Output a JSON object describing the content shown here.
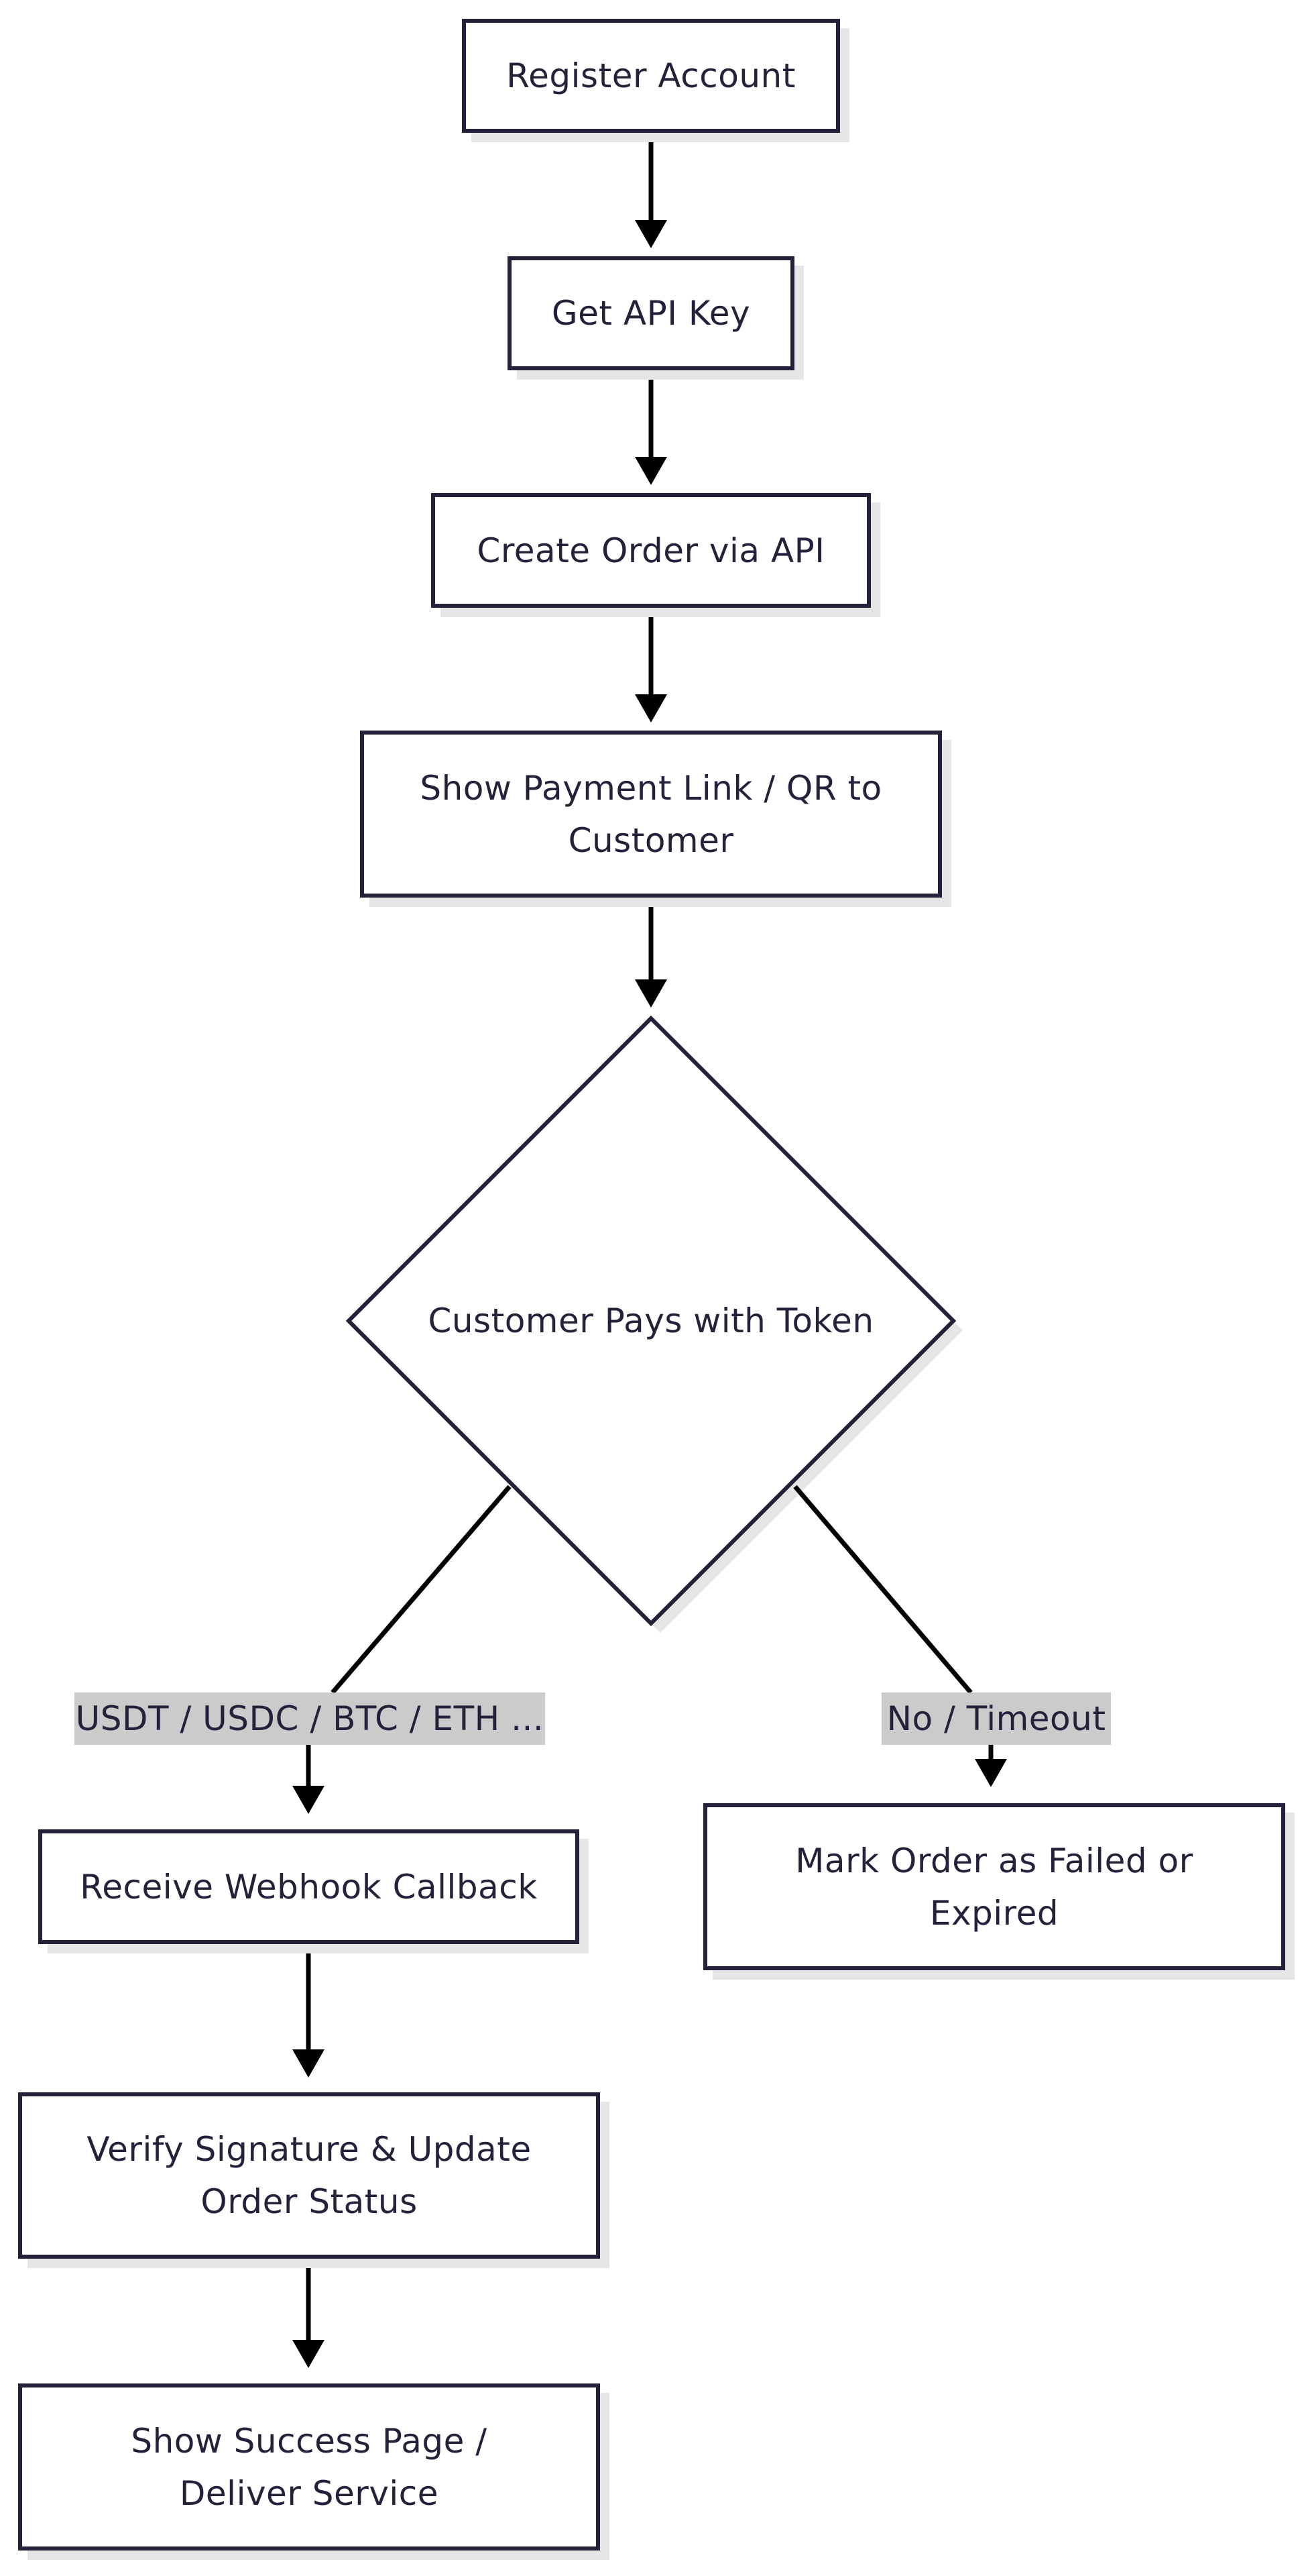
{
  "nodes": {
    "register": "Register Account",
    "api_key": "Get API Key",
    "create_order": "Create Order via API",
    "show_link": "Show Payment Link / QR to Customer",
    "decision": "Customer Pays with Token",
    "webhook": "Receive Webhook Callback",
    "verify": "Verify Signature & Update Order Status",
    "success": "Show Success Page / Deliver Service",
    "failed": "Mark Order as Failed or Expired"
  },
  "edge_labels": {
    "paid": "USDT / USDC / BTC / ETH ...",
    "not_paid": "No / Timeout"
  },
  "colors": {
    "stroke": "#24223a",
    "arrow": "#000000",
    "shadow": "#e6e6e6",
    "label_bg": "#cbcbcb",
    "background": "#ffffff"
  }
}
